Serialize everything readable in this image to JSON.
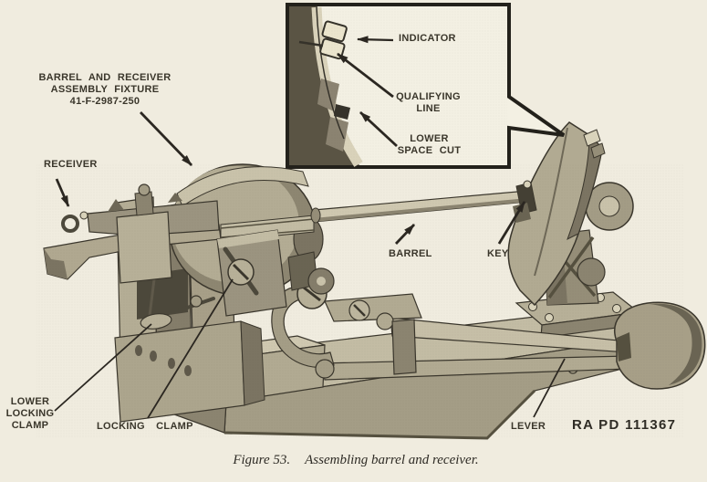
{
  "callouts": {
    "assembly_fixture": {
      "line1": "BARREL AND RECEIVER",
      "line2": "ASSEMBLY FIXTURE",
      "line3": "41-F-2987-250"
    },
    "receiver": {
      "label": "RECEIVER"
    },
    "indicator": {
      "label": "INDICATOR"
    },
    "qualifying_line": {
      "line1": "QUALIFYING",
      "line2": "LINE"
    },
    "lower_space_cut": {
      "line1": "LOWER",
      "line2": "SPACE CUT"
    },
    "barrel": {
      "label": "BARREL"
    },
    "key": {
      "label": "KEY"
    },
    "lower_locking_clamp": {
      "line1": "LOWER",
      "line2": "LOCKING",
      "line3": "CLAMP"
    },
    "locking_clamp": {
      "label": "LOCKING CLAMP"
    },
    "lever": {
      "label": "LEVER"
    }
  },
  "stamp": {
    "text": "RA PD 111367"
  },
  "caption": {
    "figure_number": "Figure 53.",
    "title": "Assembling barrel and receiver."
  },
  "colors": {
    "paper": "#f0ecdf",
    "ink": "#2b2721",
    "label_ink": "#3a362b",
    "metal_light": "#c3bca4",
    "metal_mid": "#a49d86",
    "metal_dark": "#6a6453"
  }
}
